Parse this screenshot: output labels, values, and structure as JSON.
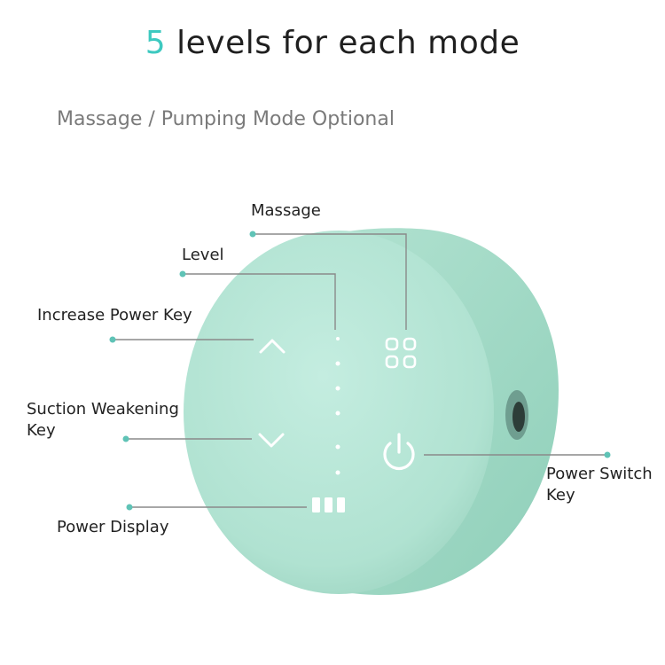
{
  "title": {
    "number": "5",
    "text": " levels for each mode"
  },
  "subtitle": "Massage / Pumping Mode Optional",
  "labels": {
    "massage": "Massage",
    "level": "Level",
    "increase": "Increase Power Key",
    "suction_line1": "Suction Weakening",
    "suction_line2": "Key",
    "power_display": "Power Display",
    "power_switch_line1": "Power Switch",
    "power_switch_line2": "Key"
  },
  "colors": {
    "accent": "#3ec9c0",
    "device_body": "#a6dcc9",
    "device_face": "#b9e8d8",
    "leader_line": "#8a8a8a",
    "dot": "#5fc3b6"
  },
  "icons": [
    "chevron-up-icon",
    "chevron-down-icon",
    "grid-four-icon",
    "power-icon",
    "battery-bars-icon"
  ]
}
